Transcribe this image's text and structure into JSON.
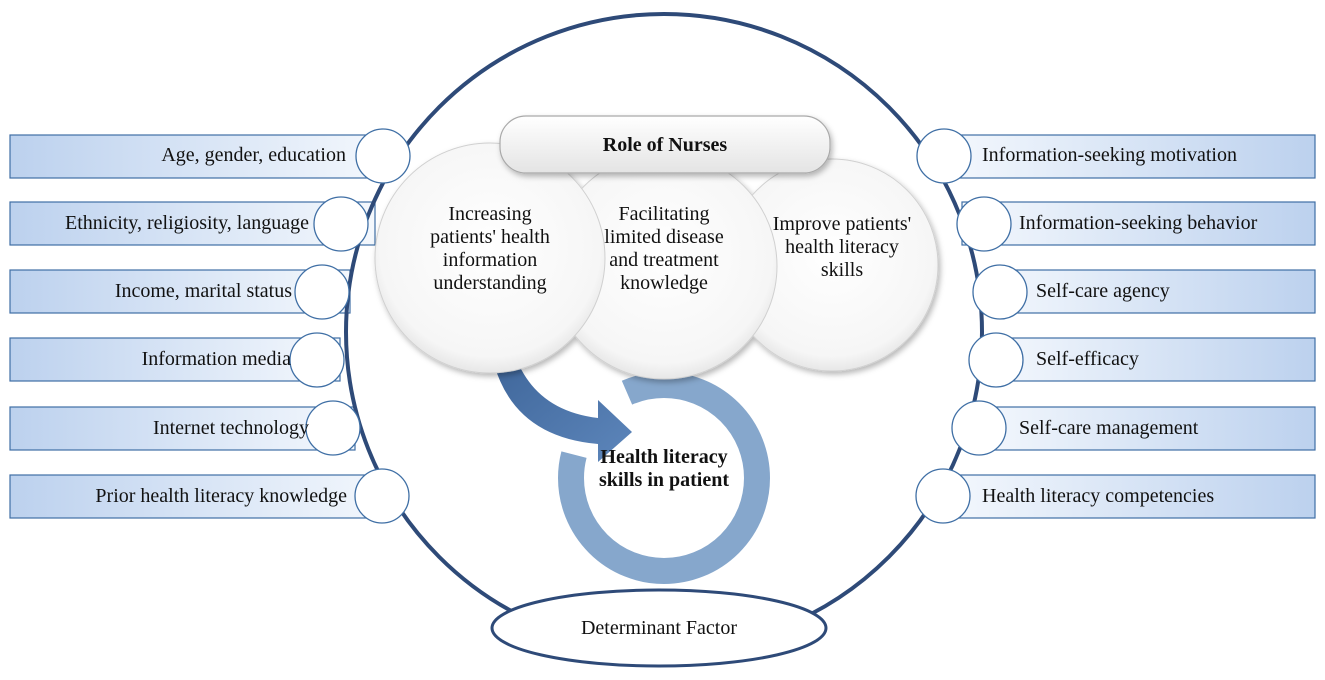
{
  "left_factors": [
    "Age, gender, education",
    "Ethnicity, religiosity, language",
    "Income, marital status",
    "Information media",
    "Internet technology",
    "Prior health literacy knowledge"
  ],
  "right_factors": [
    "Information-seeking motivation",
    "Information-seeking behavior",
    "Self-care agency",
    "Self-efficacy",
    "Self-care management",
    "Health literacy competencies"
  ],
  "role_title": "Role of Nurses",
  "roles": [
    "Increasing patients' health information understanding",
    "Facilitating limited disease and treatment knowledge",
    "Improve patients' health literacy skills"
  ],
  "outcome": "Health literacy skills in patient",
  "determinant": "Determinant Factor",
  "colors": {
    "ring": "#2e4a78",
    "box_border": "#3f6fa5",
    "box_fill_start": "#c6d8f1",
    "box_fill_end": "#f3f7fd",
    "arrow": "#4c76ab",
    "donut": "#86a7cc"
  }
}
